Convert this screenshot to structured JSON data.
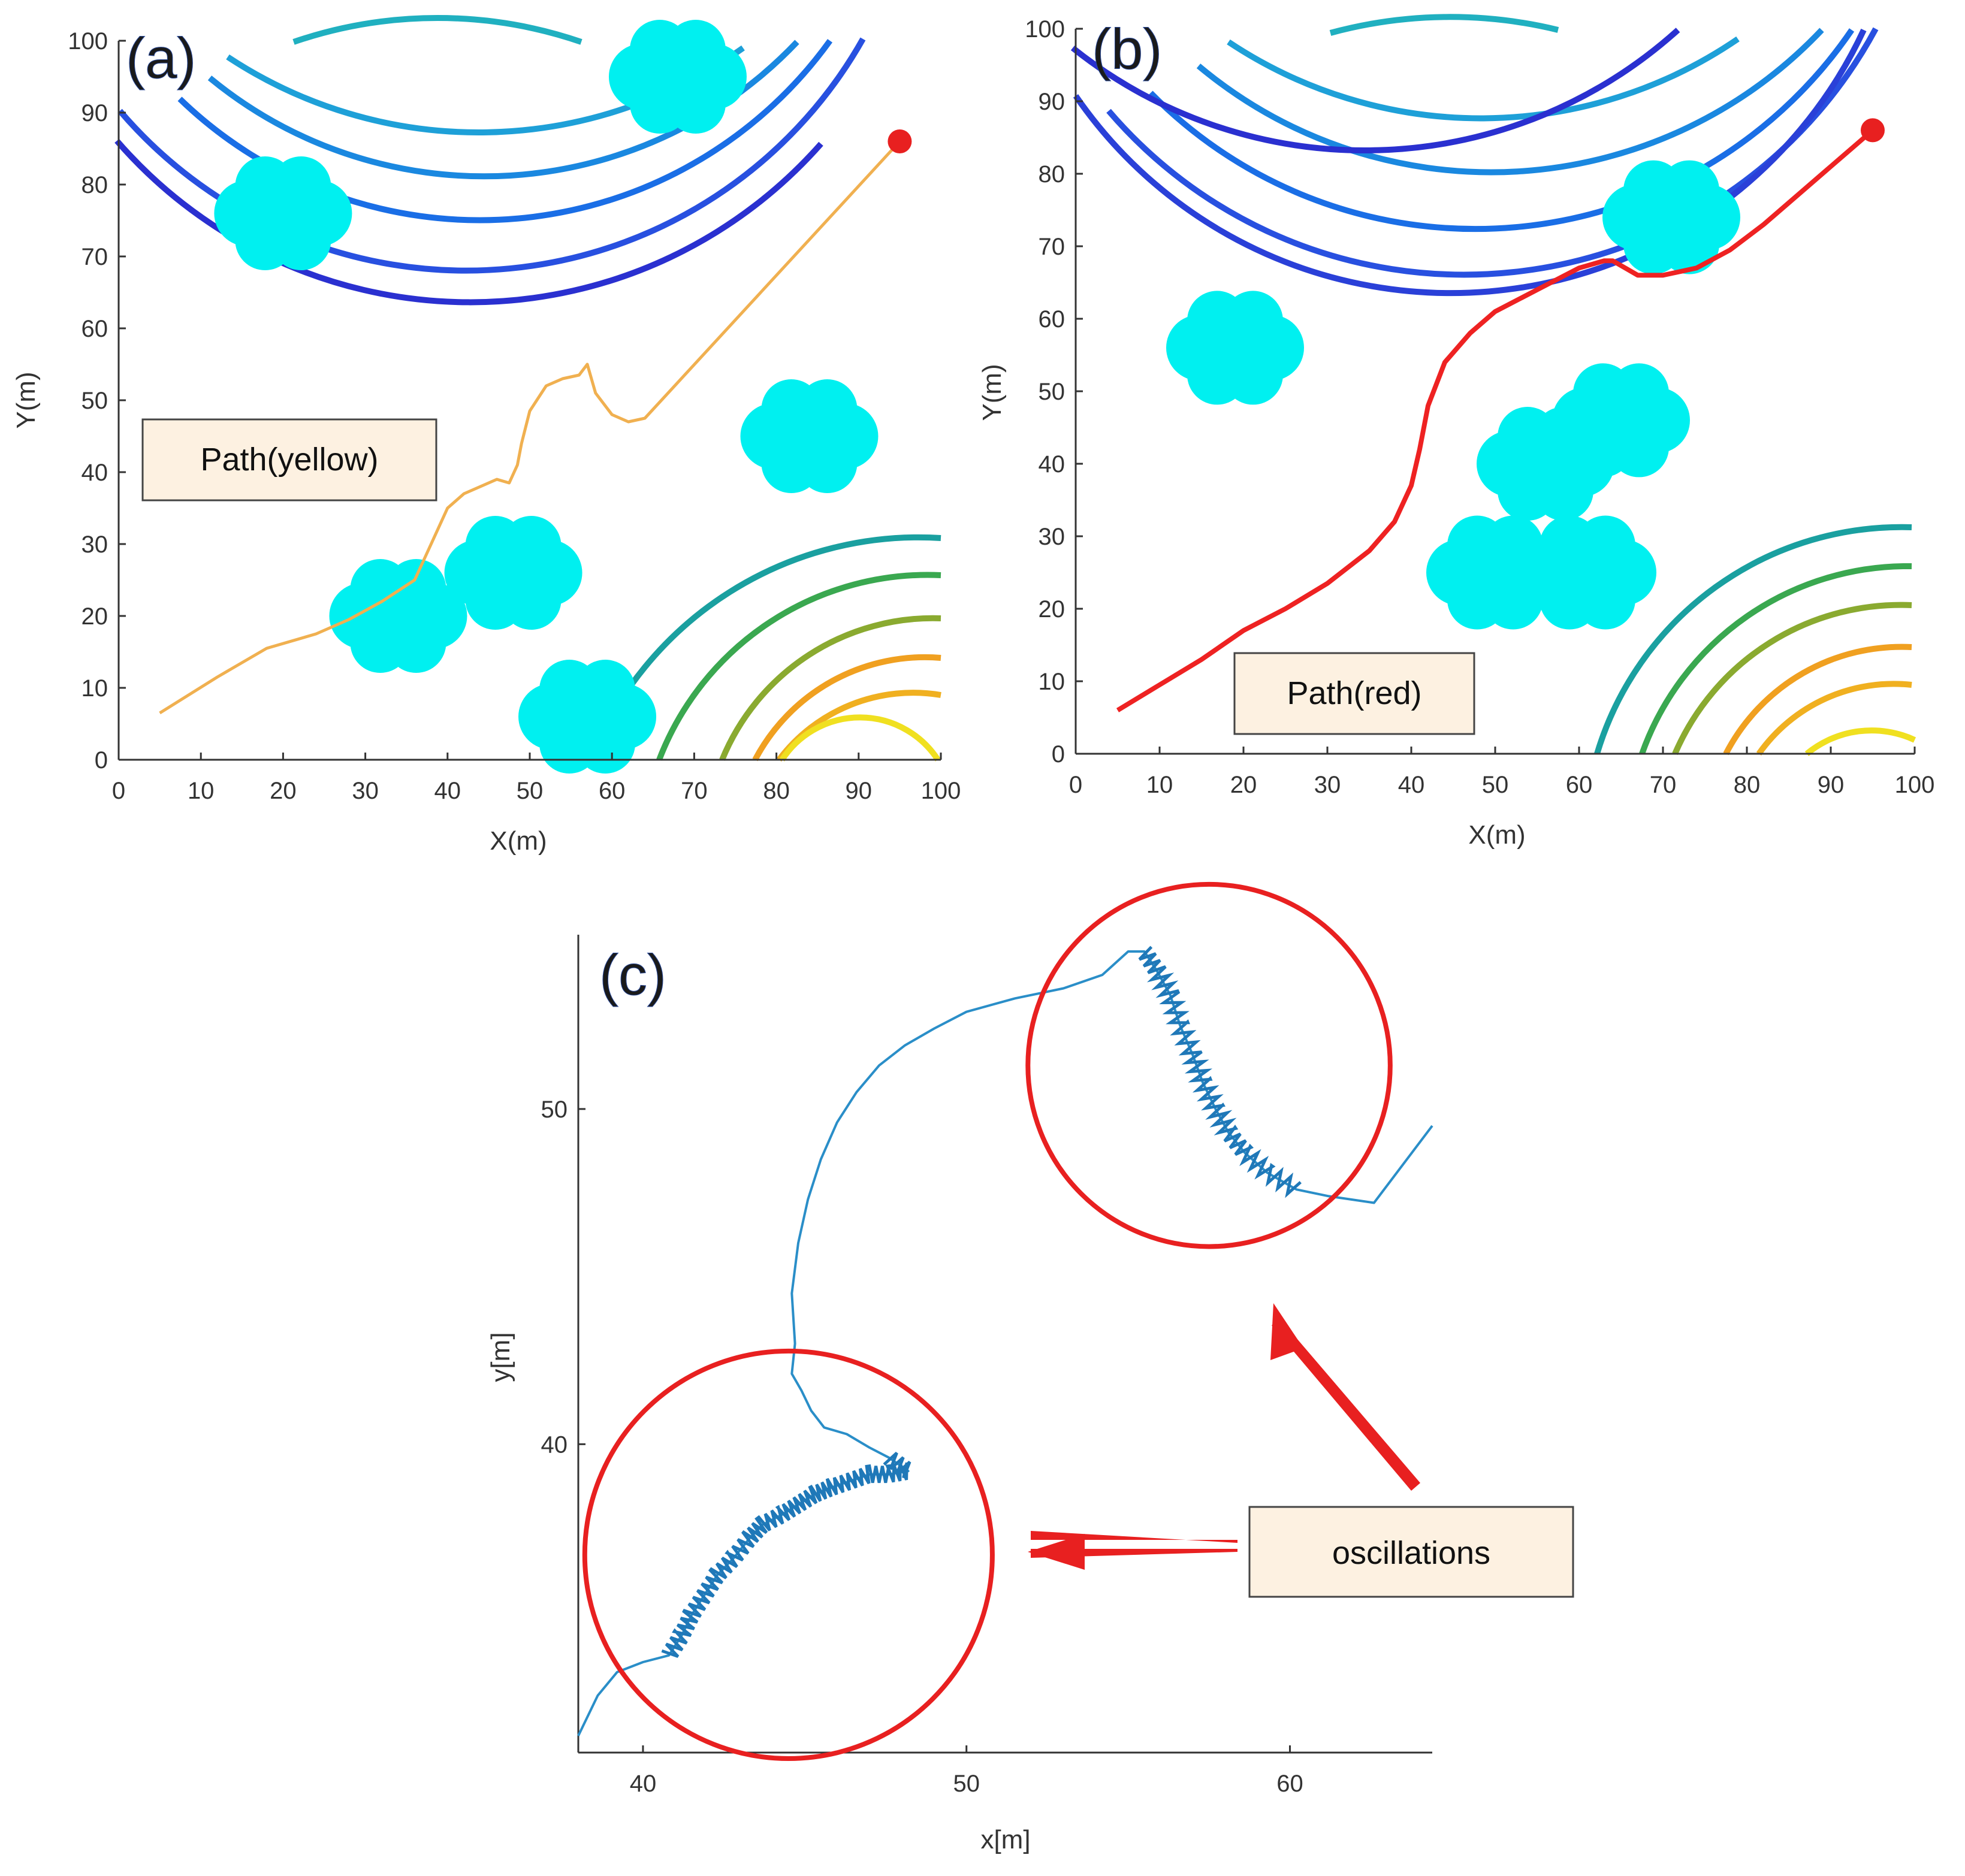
{
  "panels": {
    "a": {
      "letter": "(a)",
      "legend": "Path(yellow)",
      "xlabel": "X(m)",
      "ylabel": "Y(m)",
      "xticks": [
        "0",
        "10",
        "20",
        "30",
        "40",
        "50",
        "60",
        "70",
        "80",
        "90",
        "100"
      ],
      "yticks": [
        "0",
        "10",
        "20",
        "30",
        "40",
        "50",
        "60",
        "70",
        "80",
        "90",
        "100"
      ]
    },
    "b": {
      "letter": "(b)",
      "legend": "Path(red)",
      "xlabel": "X(m)",
      "ylabel": "Y(m)",
      "xticks": [
        "0",
        "10",
        "20",
        "30",
        "40",
        "50",
        "60",
        "70",
        "80",
        "90",
        "100"
      ],
      "yticks": [
        "0",
        "10",
        "20",
        "30",
        "40",
        "50",
        "60",
        "70",
        "80",
        "90",
        "100"
      ]
    },
    "c": {
      "letter": "(c)",
      "callout": "oscillations",
      "xlabel": "x[m]",
      "ylabel": "y[m]",
      "xticks": [
        "40",
        "50",
        "60"
      ],
      "yticks": [
        "40",
        "50"
      ]
    }
  },
  "colors": {
    "path_a": "#f0b050",
    "path_b": "#ee2222",
    "path_c": "#2a8ec8",
    "obstacle": "#00f0f0",
    "goal": "#e82020",
    "circle": "#e82020"
  },
  "chart_data": [
    {
      "type": "line",
      "panel": "a",
      "xlabel": "X(m)",
      "ylabel": "Y(m)",
      "xlim": [
        0,
        100
      ],
      "ylim": [
        0,
        100
      ],
      "series": [
        {
          "name": "Path(yellow)",
          "x": [
            5,
            12,
            18,
            24,
            28,
            32,
            36,
            38,
            40,
            42,
            44,
            46,
            47.5,
            48.5,
            49,
            50,
            52,
            54,
            56,
            57,
            58,
            60,
            62,
            64,
            95
          ],
          "y": [
            6.5,
            11.5,
            15.5,
            17.5,
            19.5,
            22,
            25,
            30,
            35,
            37,
            38,
            39,
            38.5,
            41,
            44,
            48.5,
            52,
            53,
            53.5,
            55,
            51,
            48,
            47,
            47.5,
            86
          ]
        }
      ],
      "goal": {
        "x": 95,
        "y": 86
      },
      "obstacles": [
        {
          "x": 20,
          "y": 76
        },
        {
          "x": 68,
          "y": 95
        },
        {
          "x": 84,
          "y": 45
        },
        {
          "x": 48,
          "y": 26
        },
        {
          "x": 34,
          "y": 20
        },
        {
          "x": 57,
          "y": 6
        }
      ]
    },
    {
      "type": "line",
      "panel": "b",
      "xlabel": "X(m)",
      "ylabel": "Y(m)",
      "xlim": [
        0,
        100
      ],
      "ylim": [
        0,
        100
      ],
      "series": [
        {
          "name": "Path(red)",
          "x": [
            5,
            10,
            15,
            20,
            25,
            30,
            35,
            38,
            40,
            41,
            42,
            44,
            47,
            50,
            55,
            60,
            63,
            64,
            67,
            70,
            74,
            78,
            82,
            86,
            90,
            93,
            95
          ],
          "y": [
            6,
            9.5,
            13,
            17,
            20,
            23.5,
            28,
            32,
            37,
            42,
            48,
            54,
            58,
            61,
            64,
            67,
            68,
            68,
            66,
            66,
            67,
            69.5,
            73,
            77,
            81,
            84,
            86
          ]
        }
      ],
      "goal": {
        "x": 95,
        "y": 86
      },
      "obstacles": [
        {
          "x": 19,
          "y": 56
        },
        {
          "x": 71,
          "y": 74
        },
        {
          "x": 65,
          "y": 46
        },
        {
          "x": 56,
          "y": 40
        },
        {
          "x": 50,
          "y": 25
        },
        {
          "x": 61,
          "y": 25
        }
      ]
    },
    {
      "type": "line",
      "panel": "c",
      "xlabel": "x[m]",
      "ylabel": "y[m]",
      "xlim": [
        38,
        64.4
      ],
      "ylim": [
        30.8,
        55.2
      ],
      "series": [
        {
          "name": "",
          "x": [
            38,
            38.6,
            39.2,
            40,
            40.8,
            41.2,
            41.5,
            41.9,
            42.3,
            42.8,
            43.3,
            43.7,
            44.3,
            44.8,
            45.3,
            45.8,
            46.4,
            47,
            47.6,
            48.2,
            47.6,
            47,
            46.3,
            45.6,
            45.2,
            44.9,
            44.6,
            44.7,
            44.6,
            44.8,
            45.1,
            45.5,
            46,
            46.6,
            47.3,
            48.1,
            49,
            50,
            51.5,
            53,
            54.2,
            55,
            55.5,
            55.9,
            56.3,
            56.6,
            57,
            57.3,
            57.7,
            58.1,
            58.6,
            59.3,
            60.2,
            61.2,
            62.6,
            64.4
          ],
          "y": [
            31.3,
            32.5,
            33.2,
            33.5,
            33.7,
            34.3,
            34.9,
            35.5,
            36.1,
            36.6,
            37.2,
            37.6,
            37.9,
            38.2,
            38.5,
            38.7,
            38.9,
            39.1,
            39.1,
            39.2,
            39.6,
            39.9,
            40.3,
            40.5,
            41,
            41.6,
            42.1,
            43,
            44.5,
            46,
            47.3,
            48.5,
            49.6,
            50.5,
            51.3,
            51.9,
            52.4,
            52.9,
            53.3,
            53.6,
            54,
            54.7,
            54.7,
            54.1,
            53.4,
            52.5,
            51.6,
            50.8,
            50,
            49.3,
            48.7,
            48.1,
            47.6,
            47.4,
            47.2,
            49.5
          ]
        }
      ],
      "highlight_circles": [
        {
          "cx": 44.5,
          "cy": 36.7,
          "r": 6.3
        },
        {
          "cx": 57.5,
          "cy": 51.3,
          "r": 5.6
        }
      ]
    }
  ]
}
